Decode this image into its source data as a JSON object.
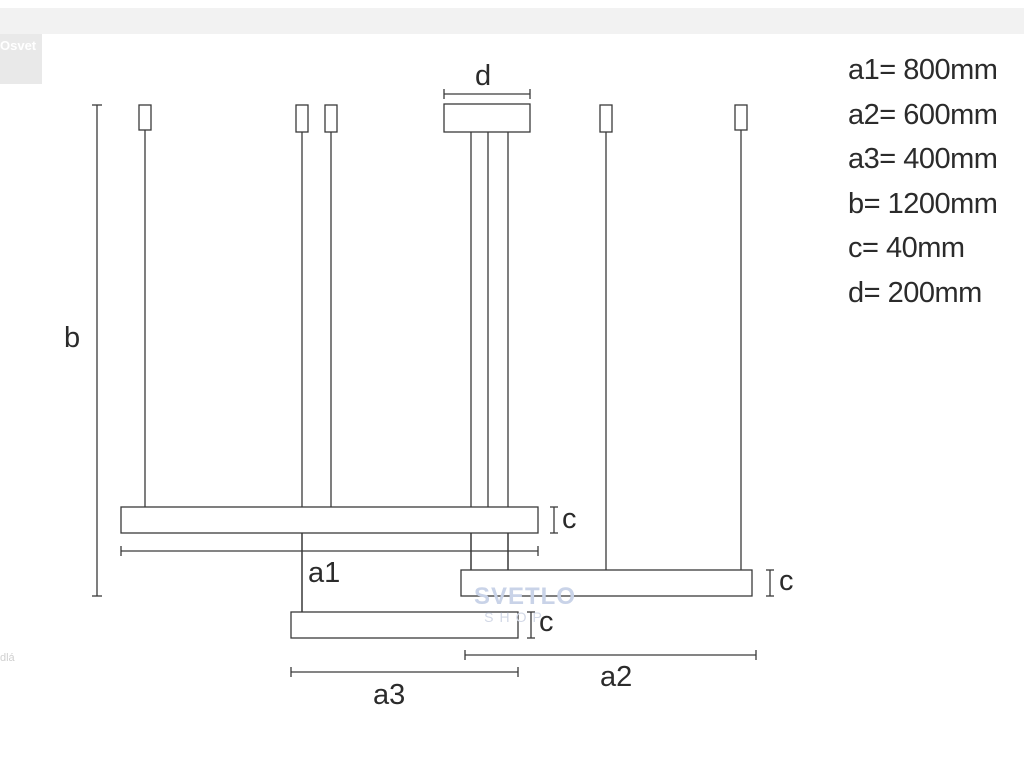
{
  "background": {
    "tab_label": "Osvet",
    "side_text": "dlá"
  },
  "dimension_labels": {
    "d": "d",
    "b": "b",
    "a1": "a1",
    "a2": "a2",
    "a3": "a3",
    "c_top": "c",
    "c_mid": "c",
    "c_bottom": "c"
  },
  "legend": {
    "lines": [
      "a1= 800mm",
      "a2= 600mm",
      "a3= 400mm",
      "b= 1200mm",
      "c= 40mm",
      "d= 200mm"
    ]
  },
  "watermark": {
    "line1": "SVETLO",
    "line2": "SHOP"
  },
  "colors": {
    "line": "#3a3a3a",
    "text": "#2b2b2b",
    "watermark": "#c9d3e8"
  }
}
